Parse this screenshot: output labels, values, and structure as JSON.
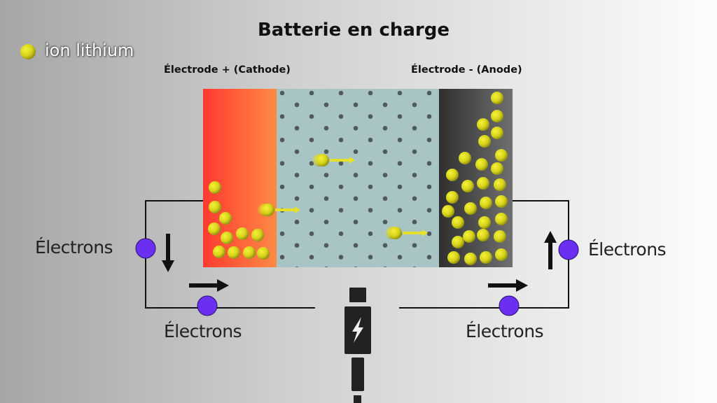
{
  "title": "Batterie en charge",
  "legend": {
    "label": "ion lithium",
    "icon": "lithium-ion-ball"
  },
  "electrodes": {
    "cathode_label": "Électrode + (Cathode)",
    "anode_label": "Électrode - (Anode)"
  },
  "electrons": {
    "left": "Électrons",
    "bottom_left": "Électrons",
    "bottom_right": "Électrons",
    "right": "Électrons"
  },
  "charger": {
    "icon": "lightning-bolt-icon"
  },
  "colors": {
    "ion": "#d6d21a",
    "electron": "#6a2ff0",
    "cathode_start": "#ff3a30",
    "cathode_end": "#ff8a45",
    "electrolyte": "#a9c4c5",
    "anode_start": "#2f2f2f",
    "anode_end": "#6e6e6e"
  }
}
